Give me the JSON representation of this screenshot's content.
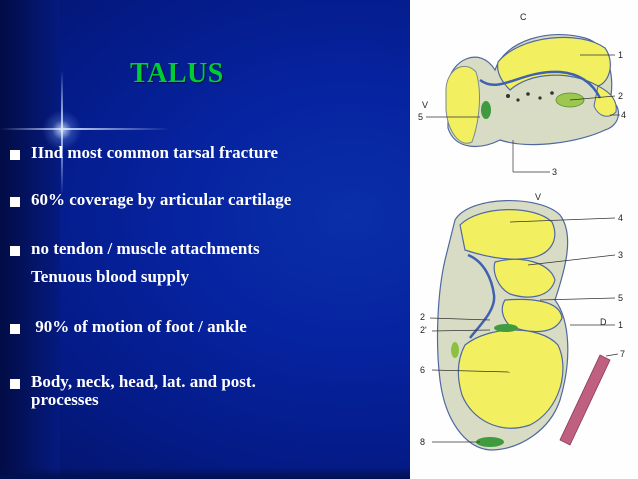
{
  "slide": {
    "title": "TALUS",
    "bullets": [
      {
        "lines": [
          "IInd most common tarsal fracture"
        ]
      },
      {
        "lines": [
          "60% coverage by articular cartilage"
        ]
      },
      {
        "lines": [
          "no tendon / muscle attachments",
          "Tenuous blood supply"
        ]
      },
      {
        "lines": [
          " 90% of motion of foot / ankle"
        ]
      },
      {
        "lines": [
          "Body, neck, head, lat. and post.",
          "processes"
        ]
      }
    ]
  },
  "figure": {
    "top_view": {
      "orientation": "C",
      "side_label": "V",
      "labels": [
        "1",
        "2",
        "3",
        "4",
        "5"
      ]
    },
    "bottom_view": {
      "orientation": "V",
      "side_label": "D",
      "labels": [
        "4",
        "3",
        "5",
        "2",
        "2'",
        "1",
        "7",
        "6",
        "8"
      ]
    }
  },
  "colors": {
    "background": "#0623a0",
    "title": "#00cc33",
    "text": "#ffffff",
    "cartilage": "#f2f060",
    "bone": "#d8dcc4",
    "outline": "#5068a0",
    "green_spots": "#7ac040",
    "ligament": "#c06080"
  }
}
